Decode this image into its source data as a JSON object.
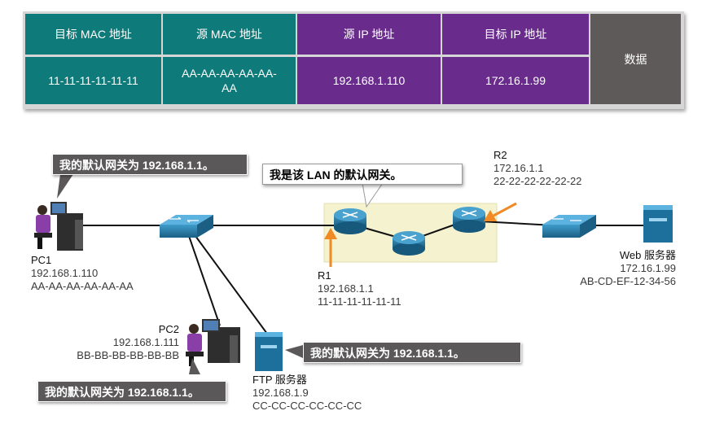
{
  "frame_table": {
    "headers": [
      "目标 MAC 地址",
      "源 MAC 地址",
      "源 IP 地址",
      "目标 IP 地址"
    ],
    "data_label": "数据",
    "values": [
      "11-11-11-11-11-11",
      "AA-AA-AA-AA-AA-AA",
      "192.168.1.110",
      "172.16.1.99"
    ]
  },
  "bubbles": {
    "pc1": "我的默认网关为 192.168.1.1。",
    "r1": "我是该 LAN 的默认网关。",
    "ftp": "我的默认网关为 192.168.1.1。",
    "pc2": "我的默认网关为 192.168.1.1。"
  },
  "devices": {
    "pc1": {
      "name": "PC1",
      "ip": "192.168.1.110",
      "mac": "AA-AA-AA-AA-AA-AA"
    },
    "pc2": {
      "name": "PC2",
      "ip": "192.168.1.111",
      "mac": "BB-BB-BB-BB-BB-BB"
    },
    "r1": {
      "name": "R1",
      "ip": "192.168.1.1",
      "mac": "11-11-11-11-11-11"
    },
    "r2": {
      "name": "R2",
      "ip": "172.16.1.1",
      "mac": "22-22-22-22-22-22"
    },
    "ftp": {
      "name": "FTP 服务器",
      "ip": "192.168.1.9",
      "mac": "CC-CC-CC-CC-CC-CC"
    },
    "web": {
      "name": "Web 服务器",
      "ip": "172.16.1.99",
      "mac": "AB-CD-EF-12-34-56"
    }
  },
  "colors": {
    "teal": "#0e7a7a",
    "purple": "#6a2c8c",
    "grey": "#5e5a5a",
    "arrow": "#f08a24",
    "router": "#1f6f98",
    "zone": "#f4f2cf"
  }
}
